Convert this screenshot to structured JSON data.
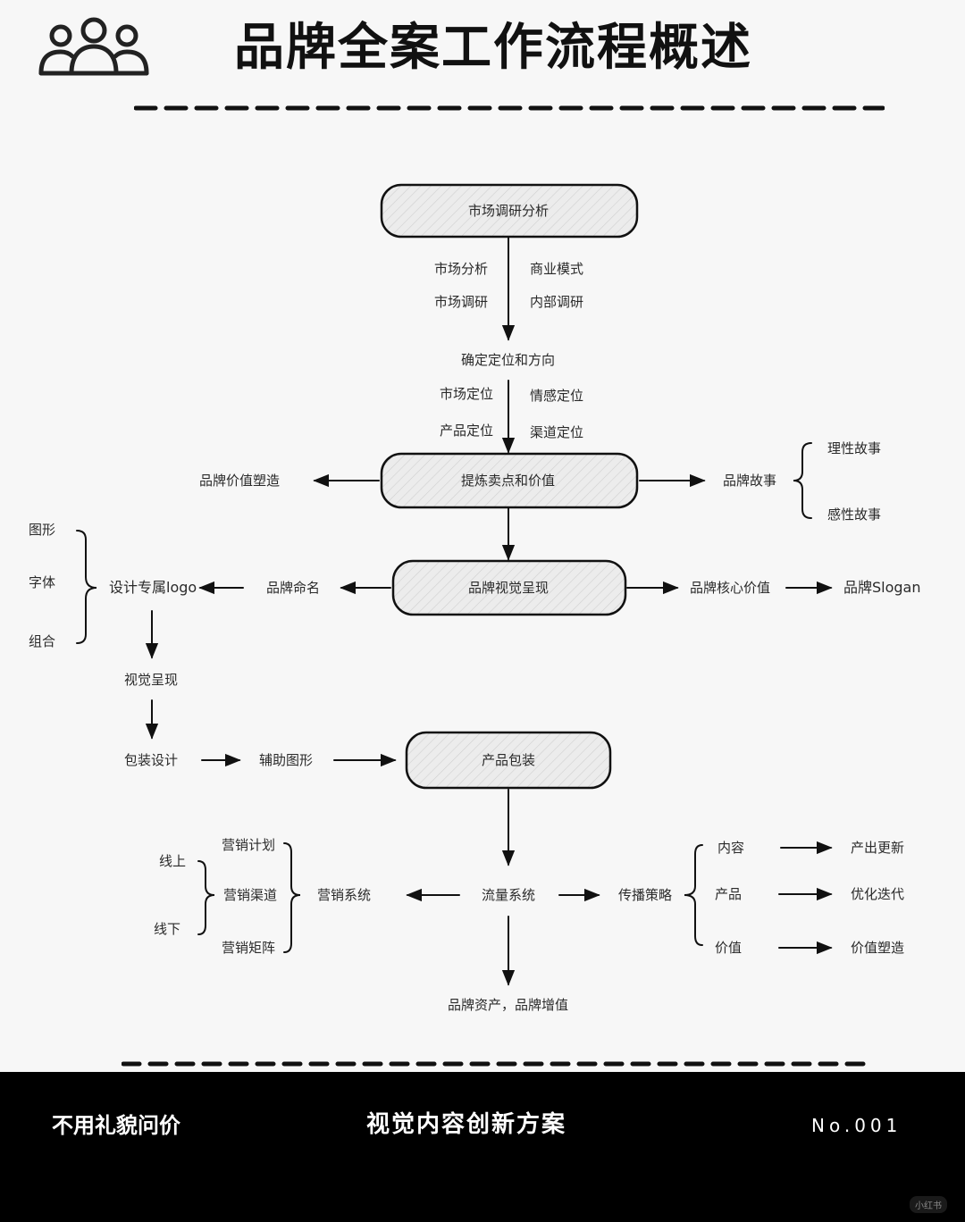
{
  "header": {
    "title": "品牌全案工作流程概述",
    "icon": "users-icon"
  },
  "diagram": {
    "nodes": {
      "market_research": "市场调研分析",
      "refine_value": "提炼卖点和价值",
      "visual_present": "品牌视觉呈现",
      "product_pack": "产品包装"
    },
    "labels": {
      "market_analysis": "市场分析",
      "business_model": "商业模式",
      "market_survey": "市场调研",
      "internal_survey": "内部调研",
      "positioning": "确定定位和方向",
      "market_pos": "市场定位",
      "emotion_pos": "情感定位",
      "product_pos": "产品定位",
      "channel_pos": "渠道定位",
      "brand_value_shaping": "品牌价值塑造",
      "brand_story": "品牌故事",
      "rational_story": "理性故事",
      "emotional_story": "感性故事",
      "graphic": "图形",
      "font": "字体",
      "combination": "组合",
      "design_logo": "设计专属logo",
      "brand_naming": "品牌命名",
      "core_value": "品牌核心价值",
      "slogan": "品牌Slogan",
      "visual_show": "视觉呈现",
      "pack_design": "包装设计",
      "aux_graphic": "辅助图形",
      "online": "线上",
      "offline": "线下",
      "mkt_plan": "营销计划",
      "mkt_channel": "营销渠道",
      "mkt_matrix": "营销矩阵",
      "mkt_system": "营销系统",
      "traffic_system": "流量系统",
      "spread_strategy": "传播策略",
      "content": "内容",
      "product": "产品",
      "value": "价值",
      "output_update": "产出更新",
      "optimize_iterate": "优化迭代",
      "value_shaping": "价值塑造",
      "brand_asset": "品牌资产，品牌增值"
    }
  },
  "footer": {
    "left": "不用礼貌问价",
    "center": "视觉内容创新方案",
    "right": "No.001",
    "watermark": "小红书"
  },
  "colors": {
    "background": "#f7f7f7",
    "ink": "#1a1a1a",
    "footer": "#000000"
  }
}
